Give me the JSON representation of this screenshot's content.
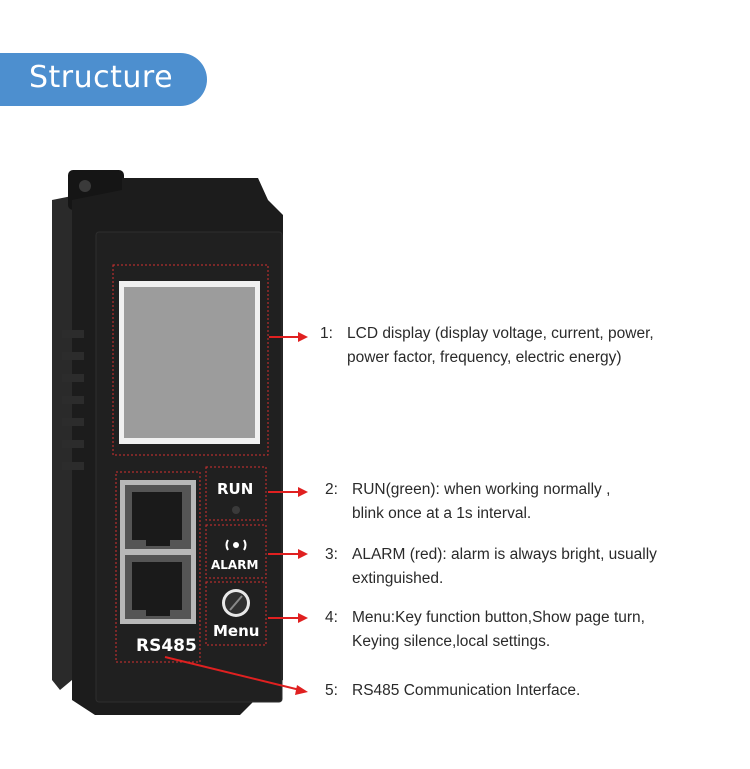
{
  "header": {
    "title": "Structure"
  },
  "device": {
    "run_label": "RUN",
    "alarm_label": "ALARM",
    "menu_label": "Menu",
    "rs485_label": "RS485"
  },
  "annotations": [
    {
      "num": "1:",
      "line1": "LCD display (display voltage, current, power,",
      "line2": "power factor, frequency, electric energy)"
    },
    {
      "num": "2:",
      "line1": "RUN(green): when working normally ,",
      "line2": "blink once at a 1s interval."
    },
    {
      "num": "3:",
      "line1": "ALARM (red): alarm is always bright, usually",
      "line2": "extinguished."
    },
    {
      "num": "4:",
      "line1": "Menu:Key function button,Show page turn,",
      "line2": "Keying silence,local settings."
    },
    {
      "num": "5:",
      "line1": "RS485 Communication Interface.",
      "line2": ""
    }
  ],
  "colors": {
    "banner": "#4d8fcf",
    "arrow": "#e02020",
    "device_body": "#1c1c1c"
  }
}
